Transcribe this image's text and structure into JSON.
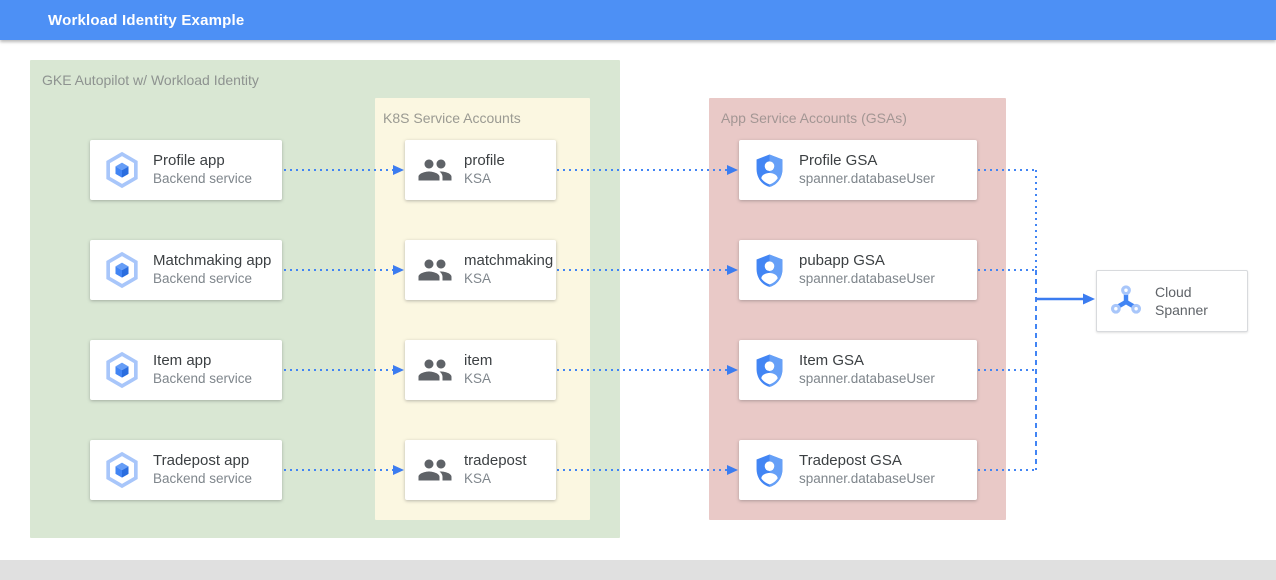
{
  "header": {
    "title": "Workload Identity Example"
  },
  "containers": {
    "gke": {
      "title": "GKE Autopilot w/ Workload Identity"
    },
    "ksa": {
      "title": "K8S Service Accounts"
    },
    "gsa": {
      "title": "App Service Accounts (GSAs)"
    }
  },
  "rows": [
    {
      "app": {
        "title": "Profile app",
        "subtitle": "Backend service"
      },
      "ksa": {
        "title": "profile",
        "subtitle": "KSA"
      },
      "gsa": {
        "title": "Profile GSA",
        "subtitle": "spanner.databaseUser"
      }
    },
    {
      "app": {
        "title": "Matchmaking app",
        "subtitle": "Backend service"
      },
      "ksa": {
        "title": "matchmaking",
        "subtitle": "KSA"
      },
      "gsa": {
        "title": "pubapp GSA",
        "subtitle": "spanner.databaseUser"
      }
    },
    {
      "app": {
        "title": "Item app",
        "subtitle": "Backend service"
      },
      "ksa": {
        "title": "item",
        "subtitle": "KSA"
      },
      "gsa": {
        "title": "Item GSA",
        "subtitle": "spanner.databaseUser"
      }
    },
    {
      "app": {
        "title": "Tradepost app",
        "subtitle": "Backend service"
      },
      "ksa": {
        "title": "tradepost",
        "subtitle": "KSA"
      },
      "gsa": {
        "title": "Tradepost GSA",
        "subtitle": "spanner.databaseUser"
      }
    }
  ],
  "spanner": {
    "title": "Cloud Spanner"
  },
  "icons": {
    "app": "gke-hexagon-icon",
    "ksa": "people-icon",
    "gsa": "shield-person-icon",
    "spanner": "spanner-wrench-icon"
  },
  "colors": {
    "header_bg": "#4D90F5",
    "gke_zone_bg": "#D9E7D3",
    "ksa_zone_bg": "#FBF7E1",
    "gsa_zone_bg": "#E9C9C7",
    "connector_dotted": "#4285F4",
    "connector_solid": "#3B7CF0",
    "footer_bar_bg": "#E0E0E0",
    "icon_blue": "#4285F4",
    "icon_light_blue": "#A8C6FA",
    "people_icon_gray": "#5F6368"
  }
}
